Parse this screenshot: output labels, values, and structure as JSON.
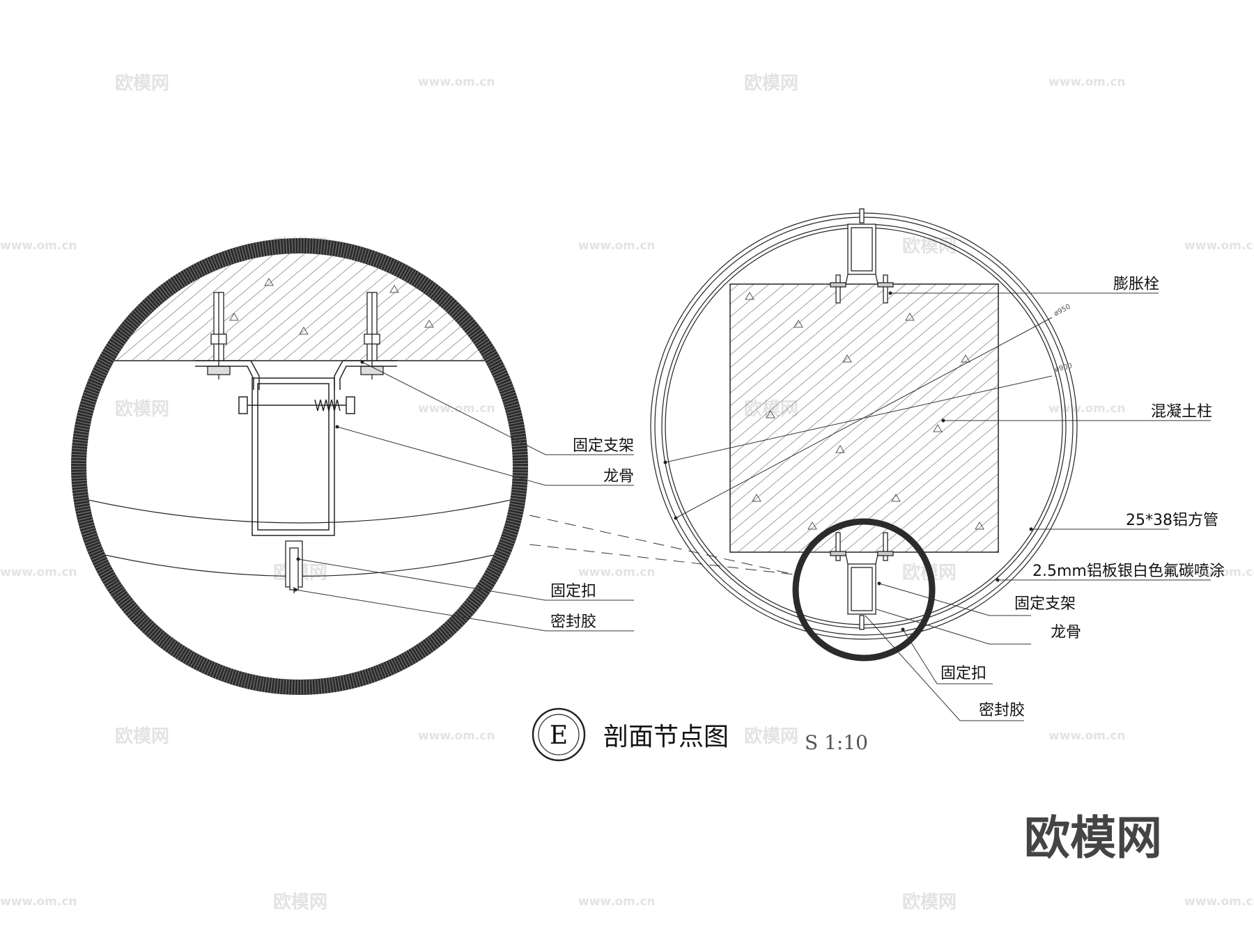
{
  "watermark": {
    "brand": "欧模网",
    "url": "www.om.cn"
  },
  "left_detail": {
    "labels": {
      "fixed_bracket": "固定支架",
      "keel": "龙骨",
      "fixing_clip": "固定扣",
      "sealant": "密封胶"
    }
  },
  "right_detail": {
    "labels": {
      "expansion_bolt": "膨胀栓",
      "concrete_column": "混凝土柱",
      "aluminum_tube": "25*38铝方管",
      "aluminum_panel": "2.5mm铝板银白色氟碳喷涂",
      "fixed_bracket": "固定支架",
      "keel": "龙骨",
      "fixing_clip": "固定扣",
      "sealant": "密封胶"
    },
    "dimensions": {
      "outer_diameter": "ø950",
      "inner_diameter": "ø900"
    }
  },
  "title_block": {
    "symbol": "E",
    "title": "剖面节点图",
    "scale": "S 1:10"
  },
  "logo": "欧模网"
}
